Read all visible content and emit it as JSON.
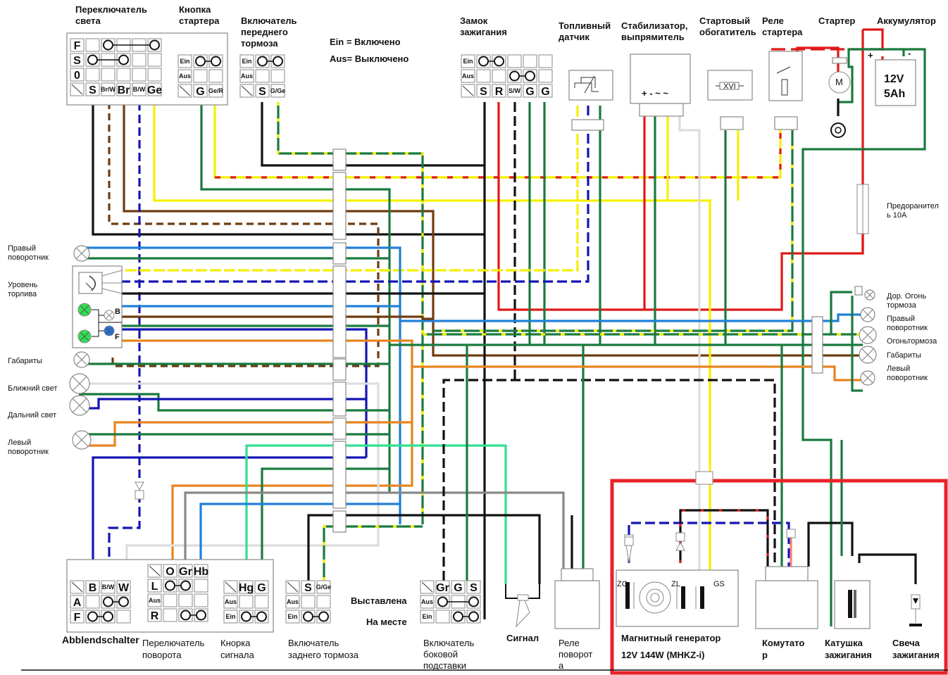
{
  "legend": {
    "ein": "Ein = Включено",
    "aus": "Aus= Выключено"
  },
  "components": {
    "light_switch": {
      "title_1": "Переключатель",
      "title_2": "света",
      "rows": [
        "F",
        "S",
        "0"
      ],
      "pins": [
        "S",
        "Br/W",
        "Br",
        "B/W",
        "Ge"
      ]
    },
    "starter_button": {
      "title_1": "Кнопка",
      "title_2": "стартера",
      "rows": [
        "Ein",
        "Aus"
      ],
      "pins": [
        "G",
        "Ge/R"
      ]
    },
    "front_brake_switch": {
      "title_1": "Включатель",
      "title_2": "переднего",
      "title_3": "тормоза",
      "rows": [
        "Ein",
        "Aus"
      ],
      "pins": [
        "S",
        "G/Ge"
      ]
    },
    "ignition_lock": {
      "title_1": "Замок",
      "title_2": "зажигания",
      "rows": [
        "Ein",
        "Aus"
      ],
      "pins": [
        "S",
        "R",
        "S/W",
        "G",
        "G"
      ]
    },
    "fuel_sensor": {
      "title_1": "Топливный",
      "title_2": "датчик"
    },
    "regulator": {
      "title_1": "Стабилизатор,",
      "title_2": "выпрямитель",
      "terminals": "+ -  ~  ~"
    },
    "choke": {
      "title_1": "Стартовый",
      "title_2": "обогатитель",
      "symbol": "XVI"
    },
    "starter_relay": {
      "title_1": "Реле",
      "title_2": "стартера"
    },
    "starter": {
      "title": "Стартер",
      "symbol": "M"
    },
    "battery": {
      "title": "Аккумулятор",
      "voltage": "12V",
      "capacity": "5Ah",
      "plus": "+",
      "minus": "-"
    },
    "fuse": {
      "title_1": "Предоранител",
      "title_2": "ь 10А"
    },
    "dimmer_switch": {
      "title": "Abblendschalter",
      "rows": [
        "A",
        "F"
      ],
      "pins": [
        "B",
        "B/W",
        "W"
      ]
    },
    "turn_switch": {
      "title_1": "Перелючатель",
      "title_2": "поворота",
      "rows": [
        "L",
        "Aus",
        "R"
      ],
      "pins": [
        "O",
        "Gr",
        "Hb"
      ]
    },
    "horn_button": {
      "title_1": "Кнорка",
      "title_2": "сигнала",
      "rows": [
        "Aus",
        "Ein"
      ],
      "pins": [
        "Hg",
        "G"
      ]
    },
    "rear_brake_switch": {
      "title_1": "Включатель",
      "title_2": "заднего тормоза",
      "rows": [
        "Aus",
        "Ein"
      ],
      "pins": [
        "S",
        "G/Ge"
      ]
    },
    "side_stand_switch": {
      "title_1": "Включатель",
      "title_2": "боковой",
      "title_3": "подставки",
      "rows": [
        "Aus",
        "Ein"
      ],
      "pins": [
        "Gr",
        "G",
        "S"
      ],
      "state_out": "Выставлена",
      "state_in": "На месте"
    },
    "horn": {
      "title": "Сигнал"
    },
    "turn_relay": {
      "title_1": "Реле",
      "title_2": "поворот",
      "title_3": "а"
    },
    "magneto": {
      "title_1": "Магнитный генератор",
      "title_2": "12V 144W (MHKZ-i)",
      "coils": [
        "ZG",
        "ZL",
        "GS"
      ]
    },
    "cdi": {
      "title_1": "Комутато",
      "title_2": "р"
    },
    "ignition_coil": {
      "title_1": "Катушка",
      "title_2": "зажигания"
    },
    "spark_plug": {
      "title_1": "Свеча",
      "title_2": "зажигания"
    }
  },
  "left_lamps": [
    {
      "label_1": "Правый",
      "label_2": "поворотник"
    },
    {
      "label_1": "Уровень",
      "label_2": "торлива"
    },
    {
      "label_1": "Габариты",
      "label_2": ""
    },
    {
      "label_1": "Ближний свет",
      "label_2": ""
    },
    {
      "label_1": "Дальний свет",
      "label_2": ""
    },
    {
      "label_1": "Левый",
      "label_2": "поворотник"
    }
  ],
  "dash_indicators": {
    "b": "B",
    "f": "F"
  },
  "right_lamps": [
    {
      "label_1": "Дор. Огонь",
      "label_2": "тормоза"
    },
    {
      "label_1": "Правый",
      "label_2": "поворотник"
    },
    {
      "label_1": "Огоньтормоза",
      "label_2": ""
    },
    {
      "label_1": "Габариты",
      "label_2": ""
    },
    {
      "label_1": "Левый",
      "label_2": "поворотник"
    }
  ],
  "colors": {
    "black": "#111111",
    "red": "#e01818",
    "green": "#1a7a3e",
    "yellow": "#f5f000",
    "blue": "#1414b4",
    "lightblue": "#2080d8",
    "brown": "#6e3c10",
    "orange": "#e88420",
    "gray": "#888888",
    "lightgray": "#dddddd",
    "lightgreen": "#30e090",
    "highlight": "#e8232a"
  }
}
